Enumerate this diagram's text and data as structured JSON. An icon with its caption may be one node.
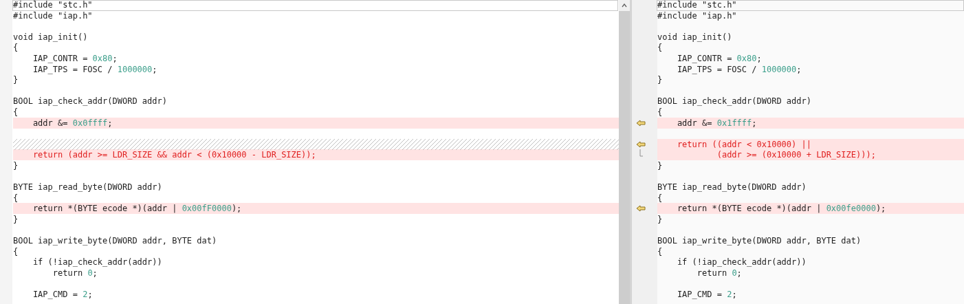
{
  "diagram": {
    "labels": [
      "#include \"stc.h\"",
      "#include \"iap.h\"",
      "void iap_init()",
      "{",
      "    IAP_CONTR = 0x80;",
      "    IAP_TPS = FOSC / 1000000;",
      "}",
      "BOOL iap_check_addr(DWORD addr)",
      "{",
      "    addr &= 0x0ffff;",
      "    return (addr >= LDR_SIZE && addr < (0x10000 - LDR_SIZE));",
      "}",
      "BYTE iap_read_byte(DWORD addr)",
      "{",
      "    return *(BYTE ecode *)(addr | 0x00fF0000);",
      "}",
      "BOOL iap_write_byte(DWORD addr, BYTE dat)",
      "{",
      "    if (!iap_check_addr(addr))",
      "        return 0;",
      "    IAP_CMD = 2;",
      "#include \"stc.h\"",
      "#include \"iap.h\"",
      "void iap_init()",
      "{",
      "    IAP_CONTR = 0x80;",
      "    IAP_TPS = FOSC / 1000000;",
      "}",
      "BOOL iap_check_addr(DWORD addr)",
      "{",
      "    addr &= 0x1ffff;",
      "    return ((addr < 0x10000) ||",
      "            (addr >= (0x10000 + LDR_SIZE)));",
      "}",
      "BYTE iap_read_byte(DWORD addr)",
      "{",
      "    return *(BYTE ecode *)(addr | 0x00fe0000);",
      "}",
      "BOOL iap_write_byte(DWORD addr, BYTE dat)",
      "{",
      "    if (!iap_check_addr(addr))",
      "        return 0;",
      "    IAP_CMD = 2;"
    ]
  }
}
